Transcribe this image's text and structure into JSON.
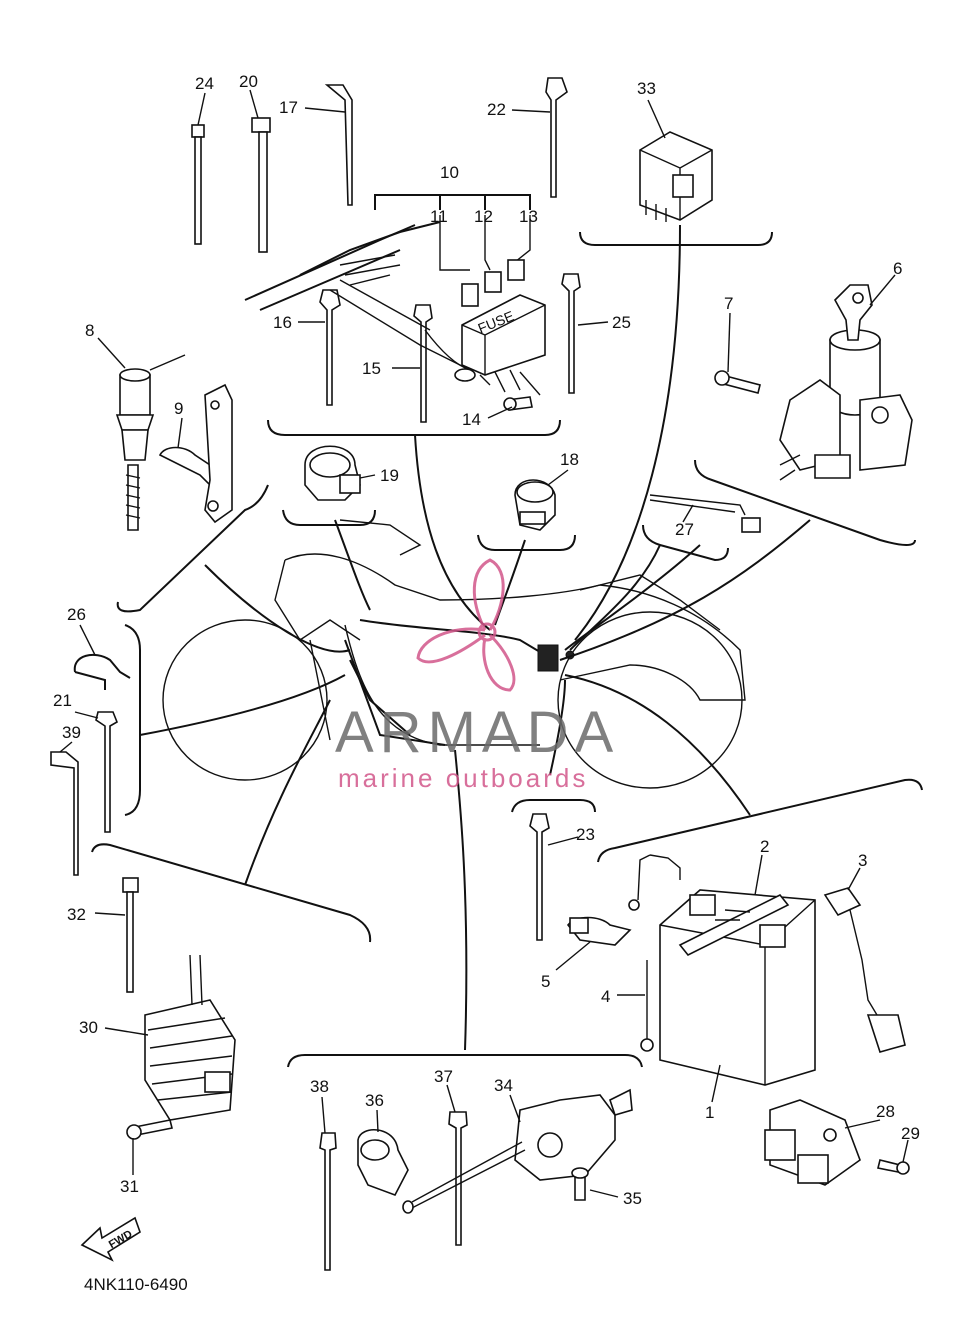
{
  "diagram": {
    "part_code": "4NK110-6490",
    "fwd_label": "FWD",
    "fuse_label": "FUSE",
    "callouts": [
      "1",
      "2",
      "3",
      "4",
      "5",
      "6",
      "7",
      "8",
      "9",
      "10",
      "11",
      "12",
      "13",
      "14",
      "15",
      "16",
      "17",
      "18",
      "19",
      "20",
      "21",
      "22",
      "23",
      "24",
      "25",
      "26",
      "27",
      "28",
      "29",
      "30",
      "31",
      "32",
      "33",
      "34",
      "35",
      "36",
      "37",
      "38",
      "39"
    ]
  },
  "watermark": {
    "brand": "ARMADA",
    "tagline": "marine outboards",
    "accent_color": "#d2568a"
  }
}
